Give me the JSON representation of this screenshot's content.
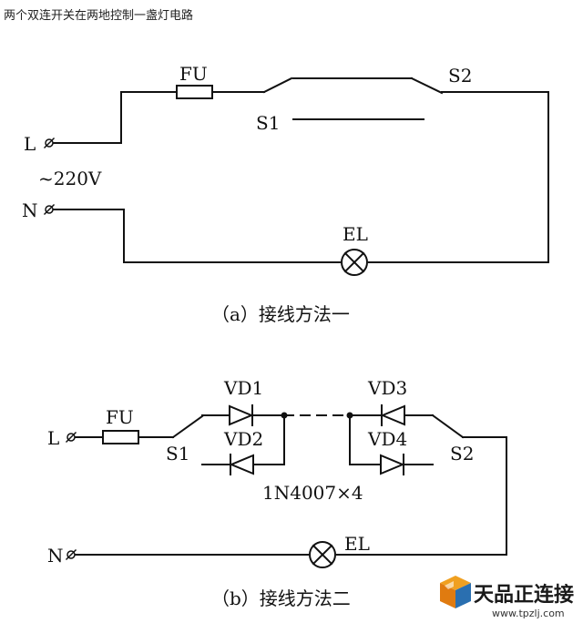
{
  "page": {
    "title": "两个双连开关在两地控制一盏灯电路"
  },
  "diagram_a": {
    "fuse_label": "FU",
    "switch1_label": "S1",
    "switch2_label": "S2",
    "live_label": "L",
    "neutral_label": "N",
    "voltage_label": "~220V",
    "lamp_label": "EL",
    "caption": "（a）接线方法一"
  },
  "diagram_b": {
    "fuse_label": "FU",
    "switch1_label": "S1",
    "switch2_label": "S2",
    "live_label": "L",
    "neutral_label": "N",
    "diode1_label": "VD1",
    "diode2_label": "VD2",
    "diode3_label": "VD3",
    "diode4_label": "VD4",
    "diode_spec": "1N4007×4",
    "lamp_label": "EL",
    "caption": "（b）接线方法二"
  },
  "watermark": {
    "name": "天品正连接",
    "url": "www.tpzlj.com"
  }
}
